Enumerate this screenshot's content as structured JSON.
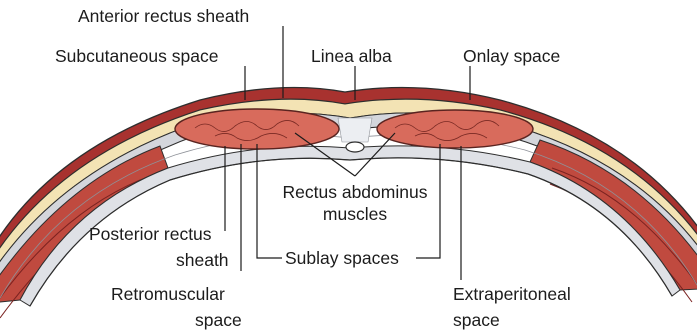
{
  "labels": {
    "anterior_rectus_sheath": "Anterior rectus sheath",
    "subcutaneous_space": "Subcutaneous space",
    "linea_alba": "Linea alba",
    "onlay_space": "Onlay space",
    "rectus_abdominus_muscles_line1": "Rectus abdominus",
    "rectus_abdominus_muscles_line2": "muscles",
    "posterior_rectus_sheath_line1": "Posterior rectus",
    "posterior_rectus_sheath_line2": "sheath",
    "sublay_spaces": "Sublay spaces",
    "retromuscular_space_line1": "Retromuscular",
    "retromuscular_space_line2": "space",
    "extraperitoneal_space_line1": "Extraperitoneal",
    "extraperitoneal_space_line2": "space"
  },
  "colors": {
    "skin": "#a8322f",
    "subcutaneous_fat": "#f3e3b4",
    "fascia": "#d4d6dc",
    "muscle": "#d86b5c",
    "muscle_outline": "#5a2420",
    "outline": "#2e2e2e"
  }
}
